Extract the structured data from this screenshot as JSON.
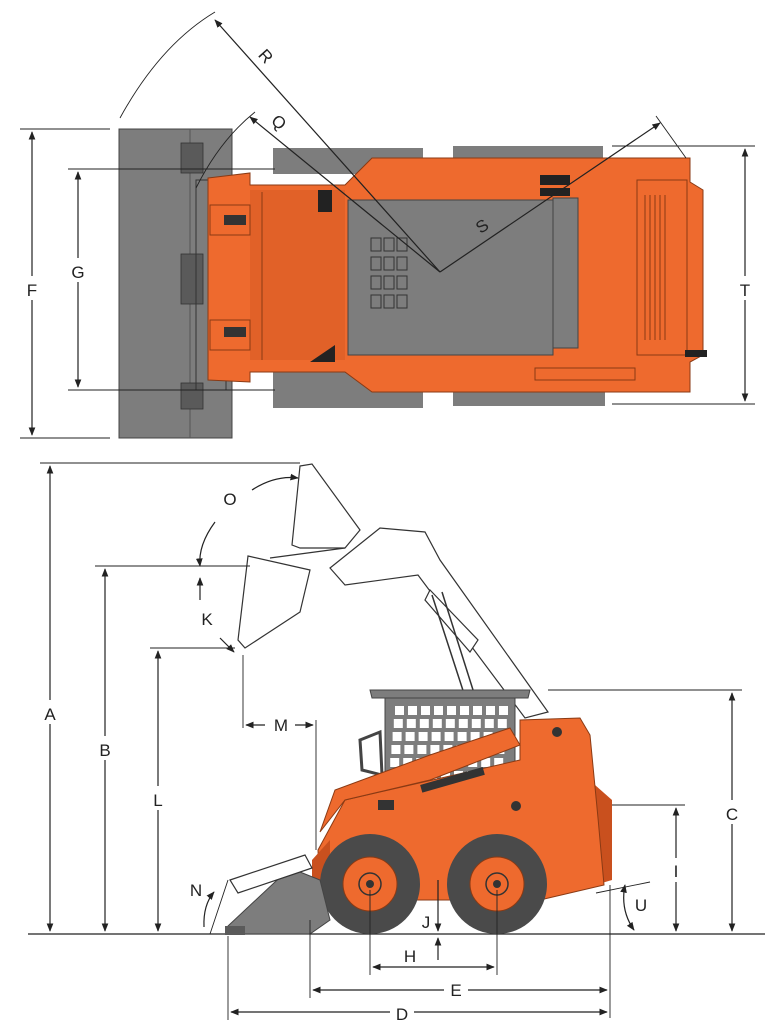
{
  "colors": {
    "body": "#EE6A2E",
    "body_dark": "#C9501E",
    "tire": "#4A4A4A",
    "metal": "#7D7D7D",
    "metal_dark": "#5A5A5A",
    "line": "#222222"
  },
  "top_view": {
    "labels": {
      "F": "F",
      "G": "G",
      "Q": "Q",
      "R": "R",
      "S": "S",
      "T": "T"
    }
  },
  "side_view": {
    "labels": {
      "A": "A",
      "B": "B",
      "C": "C",
      "D": "D",
      "E": "E",
      "H": "H",
      "I": "I",
      "J": "J",
      "K": "K",
      "L": "L",
      "M": "M",
      "N": "N",
      "O": "O",
      "U": "U"
    }
  }
}
